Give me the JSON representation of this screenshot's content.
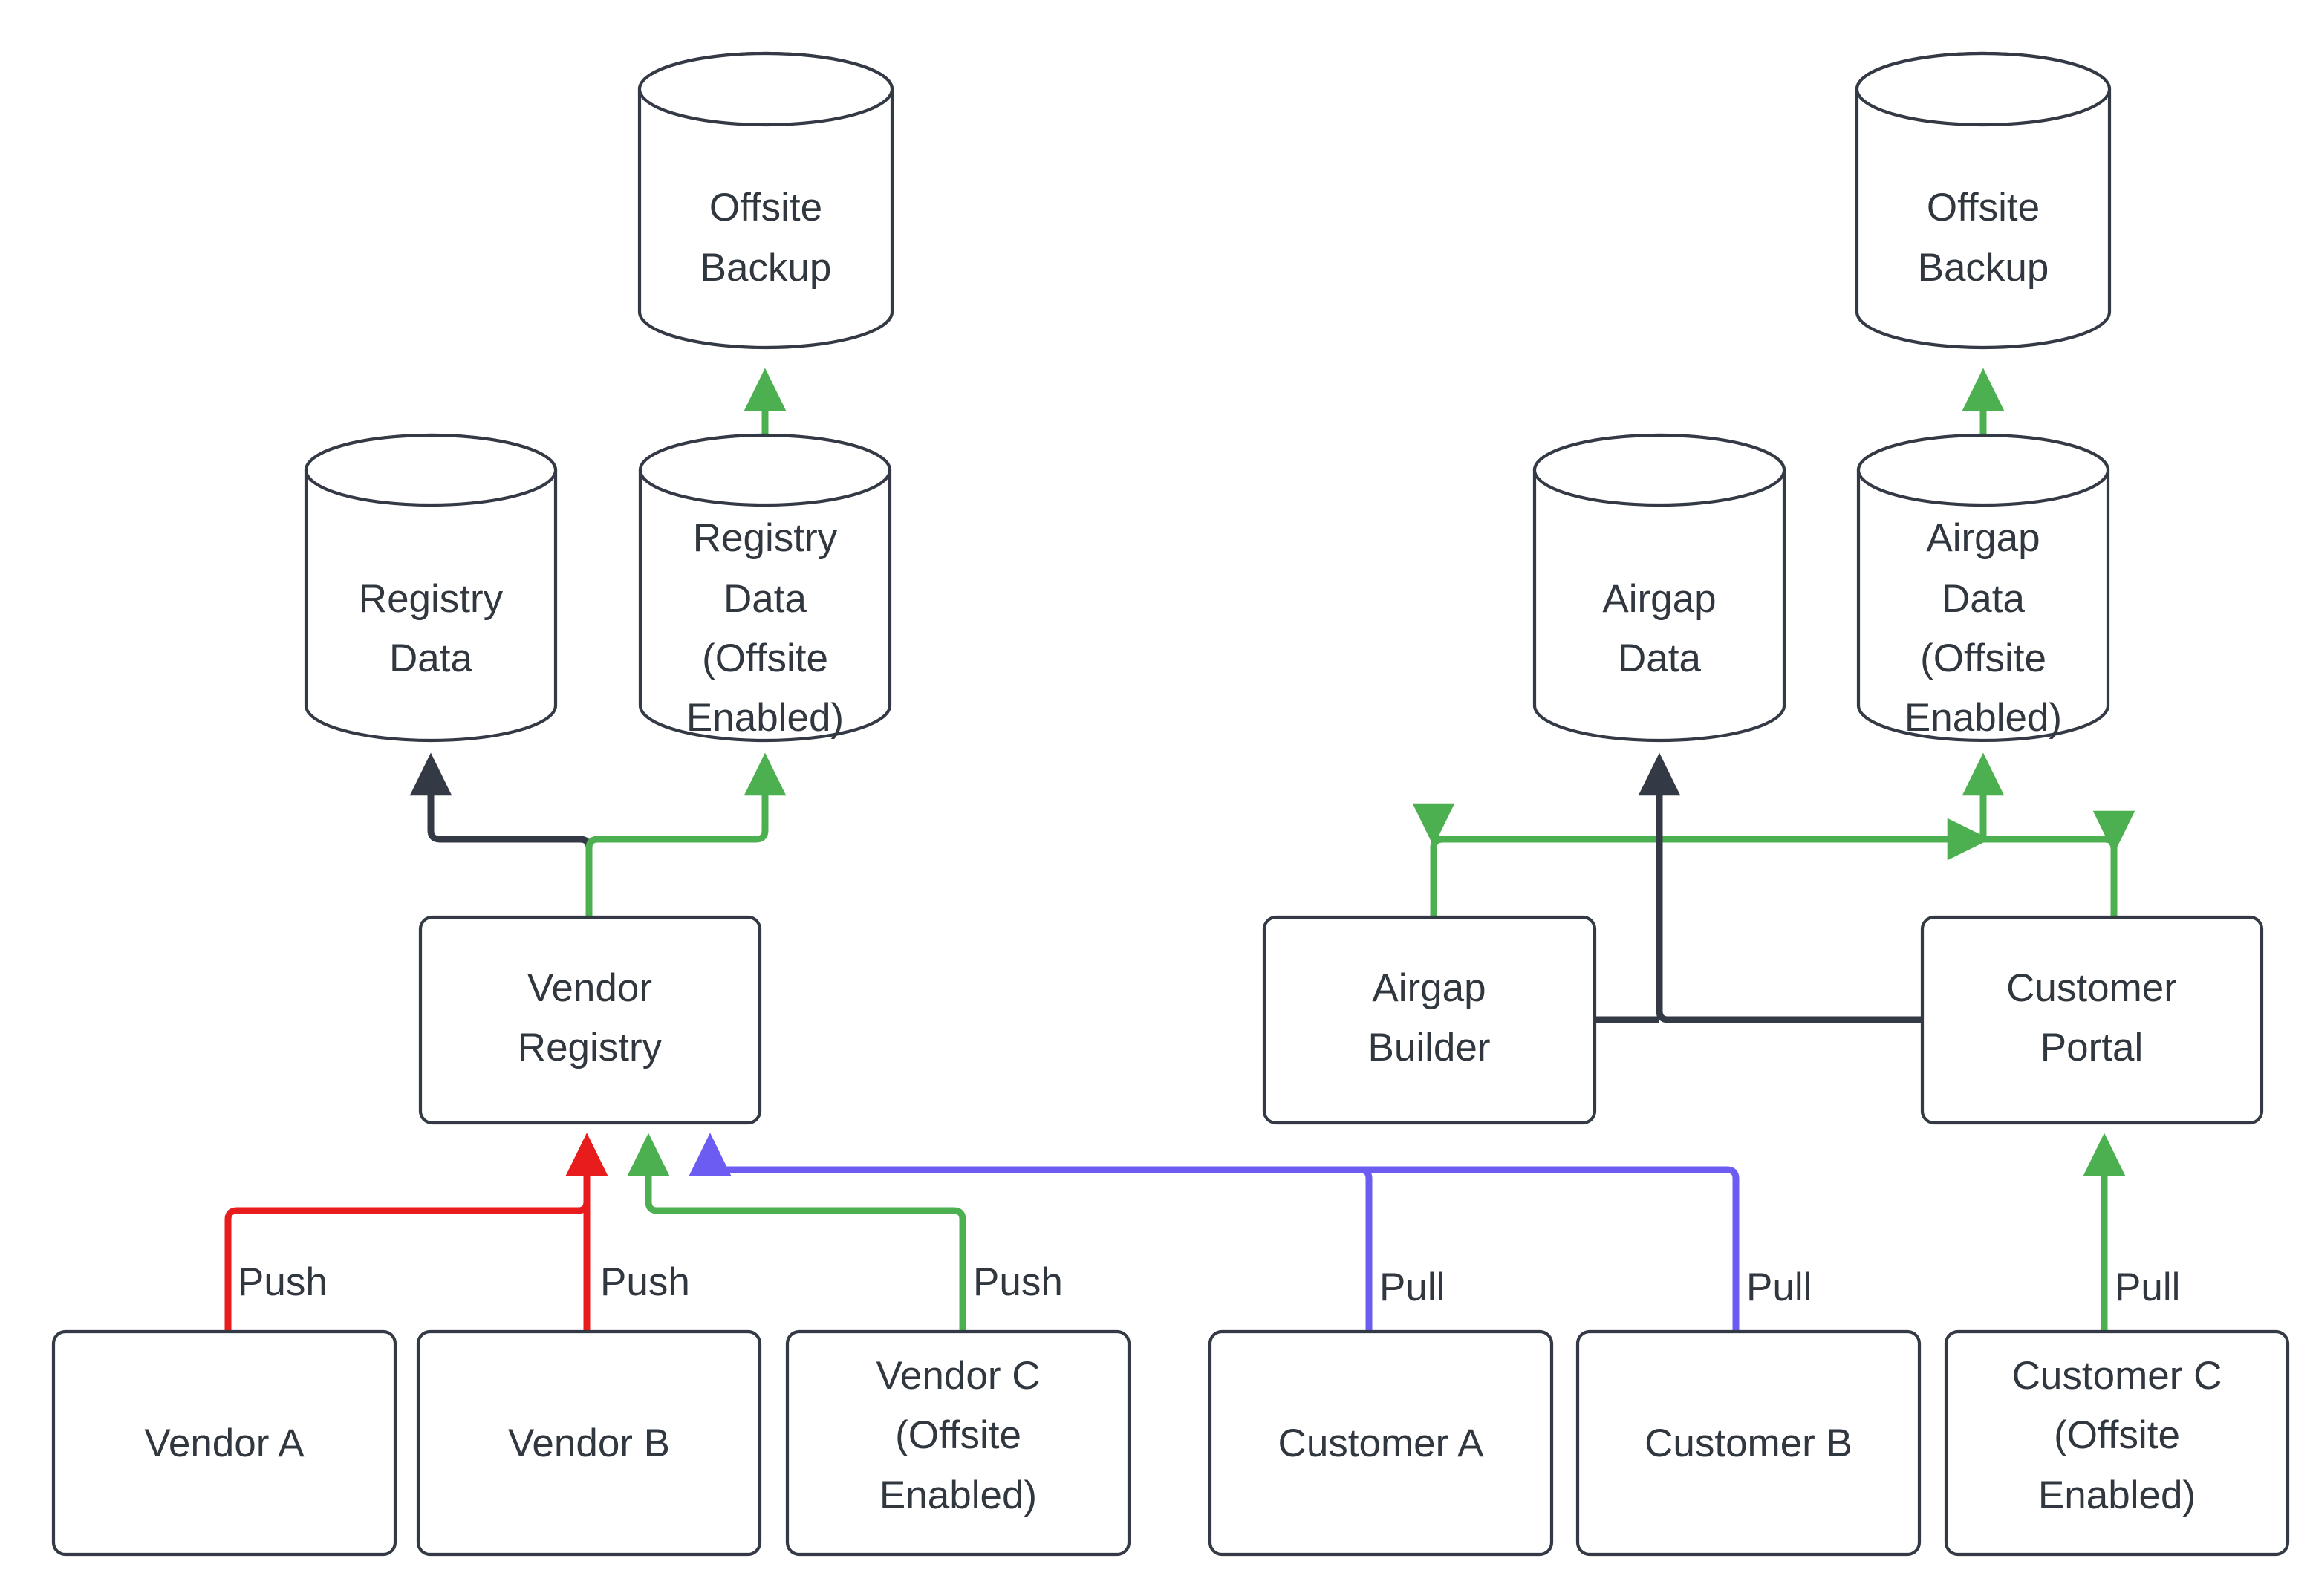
{
  "diagram": {
    "type": "flowchart",
    "background": "#ffffff",
    "palette": {
      "node_stroke": "#343a45",
      "node_fill": "#ffffff",
      "text": "#31373f",
      "link_dark": "#343a45",
      "link_green": "#4CB050",
      "link_red": "#E81C1C",
      "link_purple": "#6C5CF2"
    },
    "nodes": {
      "offsite_backup_left": {
        "label_line1": "Offsite",
        "label_line2": "Backup",
        "shape": "cylinder"
      },
      "offsite_backup_right": {
        "label_line1": "Offsite",
        "label_line2": "Backup",
        "shape": "cylinder"
      },
      "registry_data": {
        "label_line1": "Registry",
        "label_line2": "Data",
        "shape": "cylinder"
      },
      "registry_data_offsite": {
        "label_line1": "Registry",
        "label_line2": "Data",
        "label_line3": "(Offsite",
        "label_line4": "Enabled)",
        "shape": "cylinder"
      },
      "airgap_data": {
        "label_line1": "Airgap",
        "label_line2": "Data",
        "shape": "cylinder"
      },
      "airgap_data_offsite": {
        "label_line1": "Airgap",
        "label_line2": "Data",
        "label_line3": "(Offsite",
        "label_line4": "Enabled)",
        "shape": "cylinder"
      },
      "vendor_registry": {
        "label_line1": "Vendor",
        "label_line2": "Registry",
        "shape": "box"
      },
      "airgap_builder": {
        "label_line1": "Airgap",
        "label_line2": "Builder",
        "shape": "box"
      },
      "customer_portal": {
        "label_line1": "Customer",
        "label_line2": "Portal",
        "shape": "box"
      },
      "vendor_a": {
        "label_line1": "Vendor A",
        "shape": "box"
      },
      "vendor_b": {
        "label_line1": "Vendor B",
        "shape": "box"
      },
      "vendor_c": {
        "label_line1": "Vendor C",
        "label_line2": "(Offsite",
        "label_line3": "Enabled)",
        "shape": "box"
      },
      "customer_a": {
        "label_line1": "Customer A",
        "shape": "box"
      },
      "customer_b": {
        "label_line1": "Customer B",
        "shape": "box"
      },
      "customer_c": {
        "label_line1": "Customer C",
        "label_line2": "(Offsite",
        "label_line3": "Enabled)",
        "shape": "box"
      }
    },
    "edge_labels": {
      "push_a": "Push",
      "push_b": "Push",
      "push_c": "Push",
      "pull_a": "Pull",
      "pull_b": "Pull",
      "pull_c": "Pull"
    }
  }
}
